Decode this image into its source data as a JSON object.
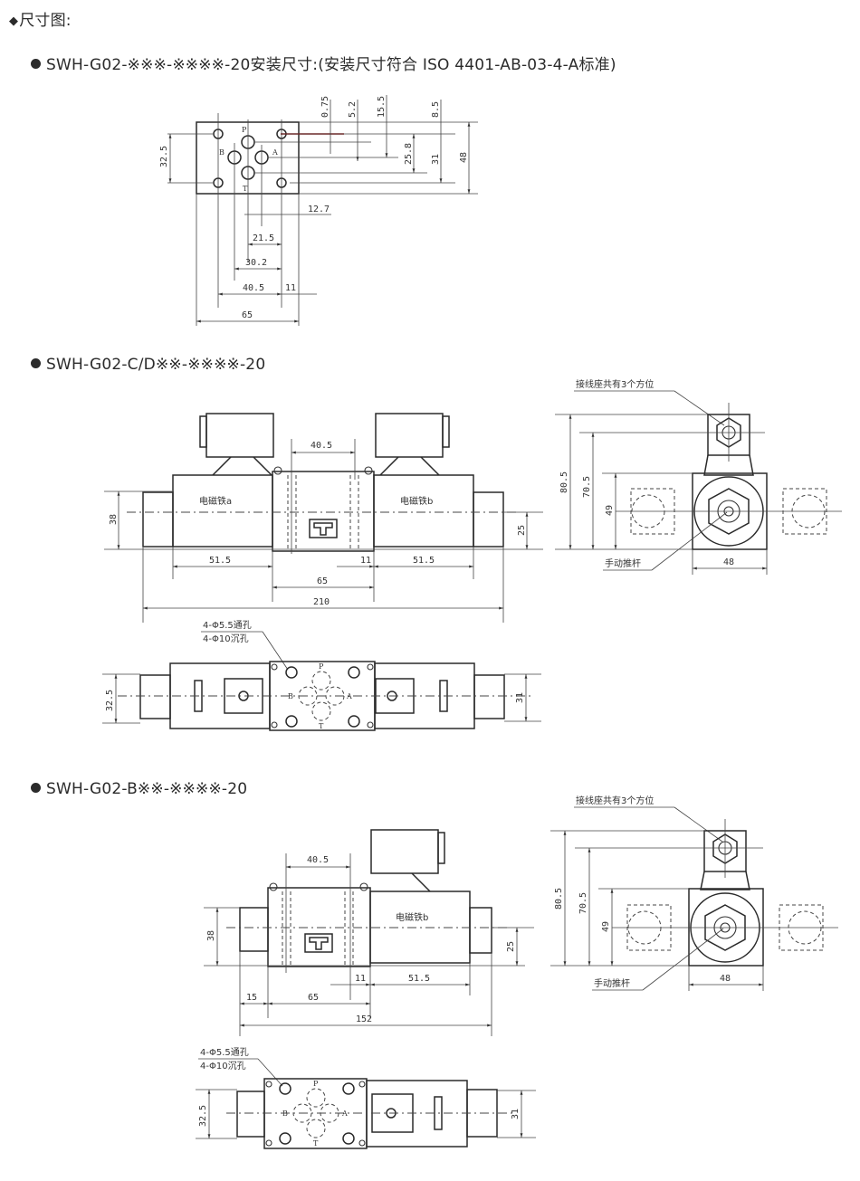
{
  "page": {
    "title": "尺寸图:",
    "title_icon": "diamond-bullet"
  },
  "sections": [
    {
      "heading": "SWH-G02-※※※-※※※※-20安装尺寸:(安装尺寸符合  ISO 4401-AB-03-4-A标准)",
      "drawing": "mounting-surface",
      "dimensions": {
        "d_0_75": "0.75",
        "d_5_2": "5.2",
        "d_15_5": "15.5",
        "d_8_5": "8.5",
        "d_25_8": "25.8",
        "d_31": "31",
        "d_48": "48",
        "d_32_5": "32.5",
        "d_12_7": "12.7",
        "d_21_5": "21.5",
        "d_30_2": "30.2",
        "d_40_5": "40.5",
        "d_11": "11",
        "d_65": "65"
      },
      "port_labels": {
        "p": "P",
        "a": "A",
        "b": "B",
        "t": "T"
      }
    },
    {
      "heading": "SWH-G02-C/D※※-※※※※-20",
      "drawing": "double-solenoid-valve",
      "front_view": {
        "solenoid_a": "电磁铁a",
        "solenoid_b": "电磁铁b",
        "dimensions": {
          "d_40_5": "40.5",
          "d_38": "38",
          "d_25": "25",
          "d_51_5_left": "51.5",
          "d_11": "11",
          "d_51_5_right": "51.5",
          "d_65": "65",
          "d_210": "210"
        }
      },
      "side_view": {
        "connector_note": "接线座共有3个方位",
        "manual_note": "手动推杆",
        "dimensions": {
          "d_80_5": "80.5",
          "d_70_5": "70.5",
          "d_49": "49",
          "d_48": "48"
        }
      },
      "top_view": {
        "hole_note_1": "4-Φ5.5通孔",
        "hole_note_2": "4-Φ10沉孔",
        "dimensions": {
          "d_32_5": "32.5",
          "d_31": "31"
        },
        "port_labels": {
          "p": "P",
          "a": "A",
          "b": "B",
          "t": "T"
        }
      }
    },
    {
      "heading": "SWH-G02-B※※-※※※※-20",
      "drawing": "single-solenoid-valve",
      "front_view": {
        "solenoid_b": "电磁铁b",
        "dimensions": {
          "d_40_5": "40.5",
          "d_38": "38",
          "d_25": "25",
          "d_11": "11",
          "d_51_5": "51.5",
          "d_15": "15",
          "d_65": "65",
          "d_152": "152"
        }
      },
      "side_view": {
        "connector_note": "接线座共有3个方位",
        "manual_note": "手动推杆",
        "dimensions": {
          "d_80_5": "80.5",
          "d_70_5": "70.5",
          "d_49": "49",
          "d_48": "48"
        }
      },
      "top_view": {
        "hole_note_1": "4-Φ5.5通孔",
        "hole_note_2": "4-Φ10沉孔",
        "dimensions": {
          "d_32_5": "32.5",
          "d_31": "31"
        },
        "port_labels": {
          "p": "P",
          "a": "A",
          "b": "B",
          "t": "T"
        }
      }
    }
  ]
}
